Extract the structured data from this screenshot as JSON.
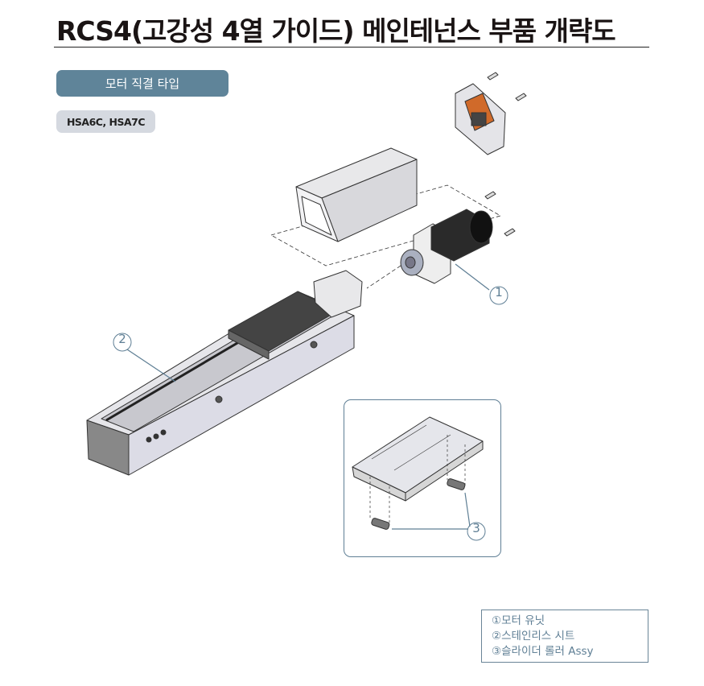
{
  "title": "RCS4(고강성 4열 가이드) 메인테넌스 부품 개략도",
  "type_label": "모터 직결 타입",
  "models": "HSA6C, HSA7C",
  "callouts": {
    "c1": "①",
    "c2": "②",
    "c3": "③"
  },
  "legend": [
    "①모터 유닛",
    "②스테인리스 시트",
    "③슬라이더 롤러 Assy"
  ],
  "colors": {
    "accent": "#5f8499",
    "callout": "#5f7f95",
    "badge_gray": "#d5d9e0"
  }
}
